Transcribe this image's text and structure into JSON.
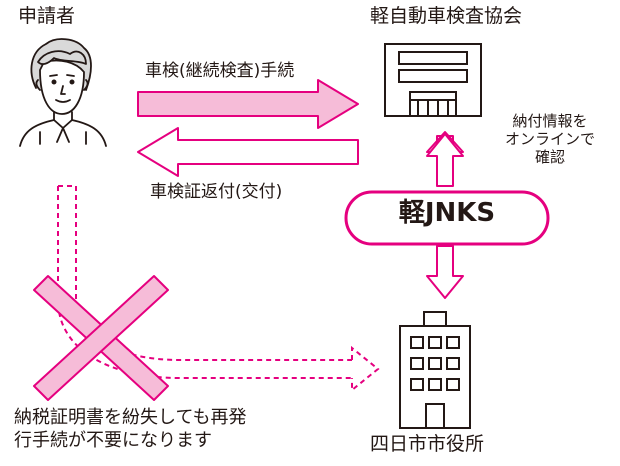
{
  "labels": {
    "applicant": "申請者",
    "association": "軽自動車検査協会",
    "renewal_procedure": "車検(継続検査)手続",
    "certificate_return": "車検証返付(交付)",
    "online_check": [
      "納付情報を",
      "オンラインで",
      "確認"
    ],
    "system": "軽JNKS",
    "city_office": "四日市市役所",
    "note": [
      "納税証明書を紛失しても再発",
      "行手続が不要になります"
    ]
  },
  "colors": {
    "accent": "#e5007f",
    "accent_fill": "#f6bcd8",
    "line": "#231815"
  },
  "icons": [
    "person-icon",
    "association-building-icon",
    "city-hall-building-icon",
    "cross-mark-icon"
  ]
}
